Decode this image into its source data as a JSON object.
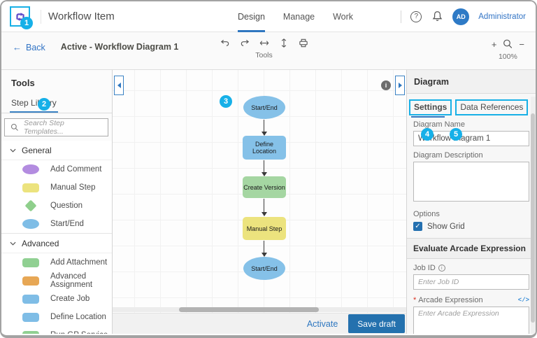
{
  "topbar": {
    "title": "Workflow Item",
    "nav": {
      "design": "Design",
      "manage": "Manage",
      "work": "Work"
    },
    "user_initials": "AD",
    "user_name": "Administrator"
  },
  "toolbar": {
    "back_label": "Back",
    "breadcrumb": "Active - Workflow Diagram 1",
    "tools_label": "Tools",
    "zoom_level": "100%"
  },
  "sidebar": {
    "title": "Tools",
    "tab_label": "Step Library",
    "search_placeholder": "Search Step Templates...",
    "sections": [
      {
        "label": "General",
        "items": [
          {
            "label": "Add Comment",
            "shape": "ellipse",
            "color": "#b38ce0"
          },
          {
            "label": "Manual Step",
            "shape": "rect",
            "color": "#ece37e"
          },
          {
            "label": "Question",
            "shape": "diamond",
            "color": "#8fcf8c"
          },
          {
            "label": "Start/End",
            "shape": "ellipse",
            "color": "#7fbde6"
          }
        ]
      },
      {
        "label": "Advanced",
        "items": [
          {
            "label": "Add Attachment",
            "shape": "rect",
            "color": "#90d092"
          },
          {
            "label": "Advanced Assignment",
            "shape": "rect",
            "color": "#e7a755"
          },
          {
            "label": "Create Job",
            "shape": "rect",
            "color": "#7fbde6"
          },
          {
            "label": "Define Location",
            "shape": "rect",
            "color": "#7fbde6"
          },
          {
            "label": "Run GP Service",
            "shape": "rect",
            "color": "#90d092"
          }
        ]
      }
    ]
  },
  "canvas": {
    "nodes": [
      {
        "label": "Start/End",
        "type": "ellipse",
        "color": "#85c1e8"
      },
      {
        "label": "Define Location",
        "type": "rect",
        "color": "#85c1e8"
      },
      {
        "label": "Create Version",
        "type": "rect",
        "color": "#a5d6a2"
      },
      {
        "label": "Manual Step",
        "type": "rect",
        "color": "#ece37e"
      },
      {
        "label": "Start/End",
        "type": "ellipse",
        "color": "#85c1e8"
      }
    ]
  },
  "panel": {
    "title": "Diagram",
    "tab_settings": "Settings",
    "tab_data_references": "Data References",
    "diagram_name_label": "Diagram Name",
    "diagram_name_value": "Workflow Diagram 1",
    "description_label": "Diagram Description",
    "options_label": "Options",
    "show_grid_label": "Show Grid",
    "arcade_section_title": "Evaluate Arcade Expression",
    "job_id_label": "Job ID",
    "job_id_placeholder": "Enter Job ID",
    "arcade_label": "Arcade Expression",
    "arcade_placeholder": "Enter Arcade Expression"
  },
  "footer": {
    "activate_label": "Activate",
    "save_draft_label": "Save draft"
  },
  "annotations": {
    "c1": "1",
    "c2": "2",
    "c3": "3",
    "c4": "4",
    "c5": "5"
  },
  "icons": {
    "help": "?",
    "info": "i",
    "zoom_in": "+",
    "zoom_out": "−",
    "back_arrow": "←",
    "check": "✓",
    "code": "</>",
    "asterisk": "*"
  },
  "colors": {
    "accent_blue": "#2f77c0",
    "callout_cyan": "#16b0e8",
    "button_blue": "#2471ae"
  }
}
